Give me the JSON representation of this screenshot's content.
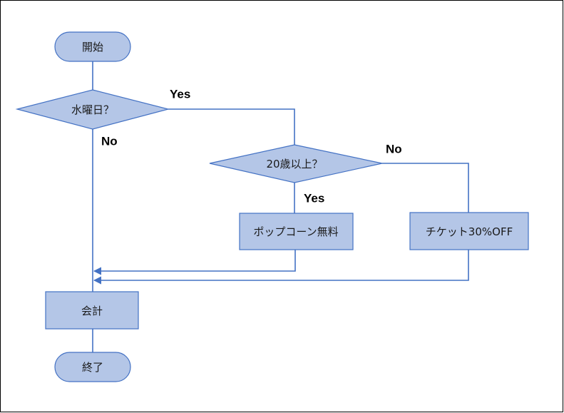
{
  "flowchart": {
    "nodes": {
      "start": "開始",
      "is_wednesday": "水曜日？",
      "is_over_20": "20歳以上？",
      "popcorn_free": "ポップコーン無料",
      "ticket_discount": "チケット30%OFF",
      "checkout": "会計",
      "end": "終了"
    },
    "edge_labels": {
      "wednesday_yes": "Yes",
      "wednesday_no": "No",
      "over20_yes": "Yes",
      "over20_no": "No"
    },
    "colors": {
      "shape_fill": "#b4c6e7",
      "shape_stroke": "#4472c4",
      "connector": "#4472c4"
    }
  }
}
